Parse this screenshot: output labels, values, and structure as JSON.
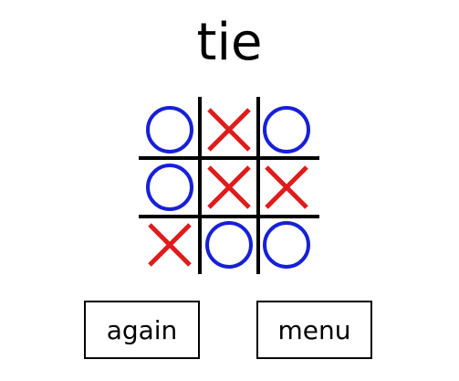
{
  "status": {
    "result": "tie"
  },
  "board": {
    "cells": [
      [
        "O",
        "X",
        "O"
      ],
      [
        "O",
        "X",
        "X"
      ],
      [
        "X",
        "O",
        "O"
      ]
    ],
    "colors": {
      "x": "#e01b1b",
      "o": "#1720d6",
      "grid": "#000000"
    },
    "icons": {
      "x": "cross-mark-icon",
      "o": "circle-mark-icon"
    }
  },
  "buttons": {
    "again_label": "again",
    "menu_label": "menu"
  }
}
